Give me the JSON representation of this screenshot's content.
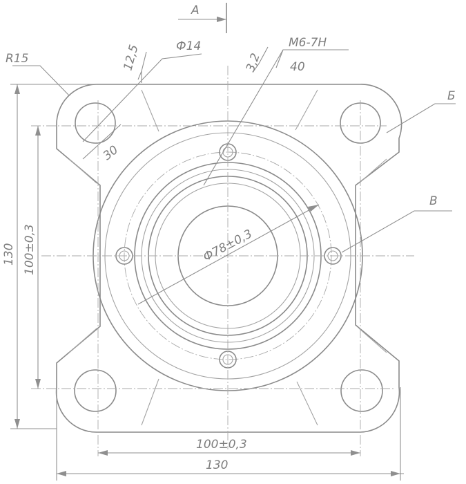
{
  "labels": {
    "view_a": "А",
    "radius": "R15",
    "roughness_1": "12,5",
    "hole_dia": "Ф14",
    "roughness_2": "3,2",
    "thread": "М6-7Н",
    "thread_depth": "40",
    "ref_b": "Б",
    "ref_v": "В",
    "bore_dia": "Ф78±0,3",
    "chamfer": "30",
    "height_total": "130",
    "height_bolt": "100±0,3",
    "width_bolt": "100±0,3",
    "width_total": "130"
  },
  "colors": {
    "line": "#8a8a8a",
    "text": "#7d7d7d",
    "background": "#ffffff"
  }
}
